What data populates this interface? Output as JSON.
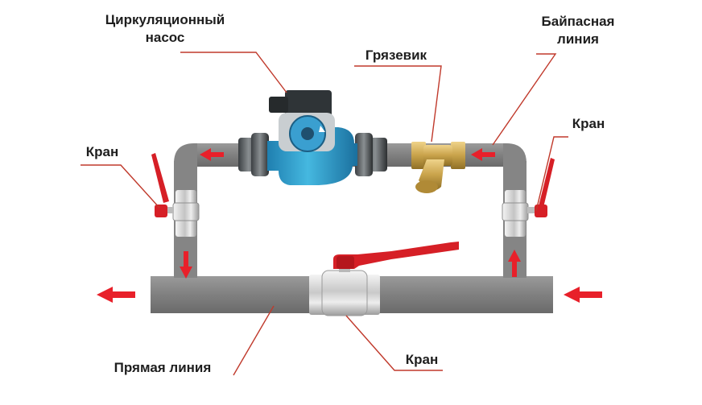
{
  "labels": {
    "pump_line1": "Циркуляционный",
    "pump_line2": "насос",
    "bypass_line1": "Байпасная",
    "bypass_line2": "линия",
    "strainer": "Грязевик",
    "valve_left": "Кран",
    "valve_right": "Кран",
    "main_line": "Прямая линия",
    "valve_bottom": "Кран"
  },
  "colors": {
    "pipe": "#808080",
    "arrow": "#e8202a",
    "leader": "#c0392b",
    "pump_body": "#2aa0cf",
    "pump_motor": "#2f3437",
    "brass": "#c8a24a",
    "chrome": "#d9d9d9",
    "handle": "#d61f26"
  },
  "icons": [
    "flow-arrow-icon",
    "pump-icon",
    "strainer-icon",
    "ball-valve-icon"
  ]
}
